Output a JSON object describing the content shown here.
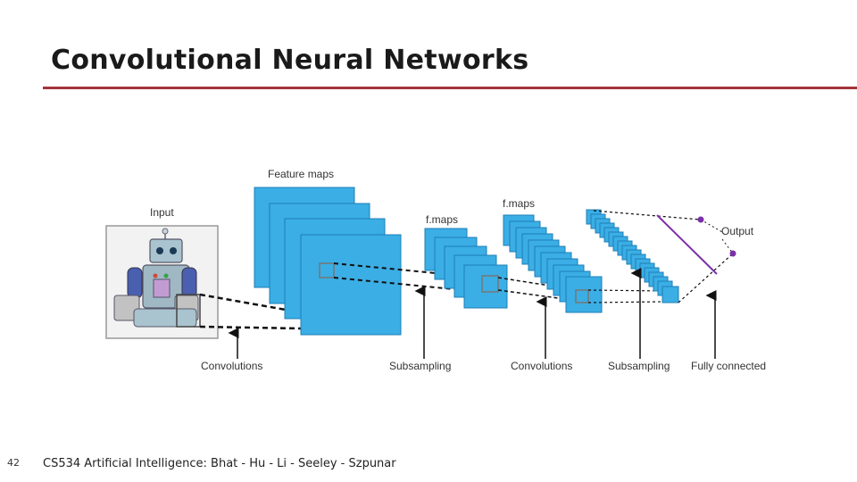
{
  "slide": {
    "title": "Convolutional Neural Networks",
    "page_number": "42",
    "footer": "CS534 Artificial Intelligence: Bhat - Hu - Li - Seeley - Szpunar"
  },
  "diagram": {
    "labels": {
      "input": "Input",
      "feature_maps": "Feature maps",
      "f_maps": "f.maps",
      "f_maps_2": "f.maps",
      "output": "Output"
    },
    "stages": [
      "Convolutions",
      "Subsampling",
      "Convolutions",
      "Subsampling",
      "Fully connected"
    ],
    "colors": {
      "map_fill": "#3aaee5",
      "map_stroke": "#1f7fb6",
      "output_line": "#7b2fa8",
      "accent_rule": "#a6343b"
    }
  }
}
